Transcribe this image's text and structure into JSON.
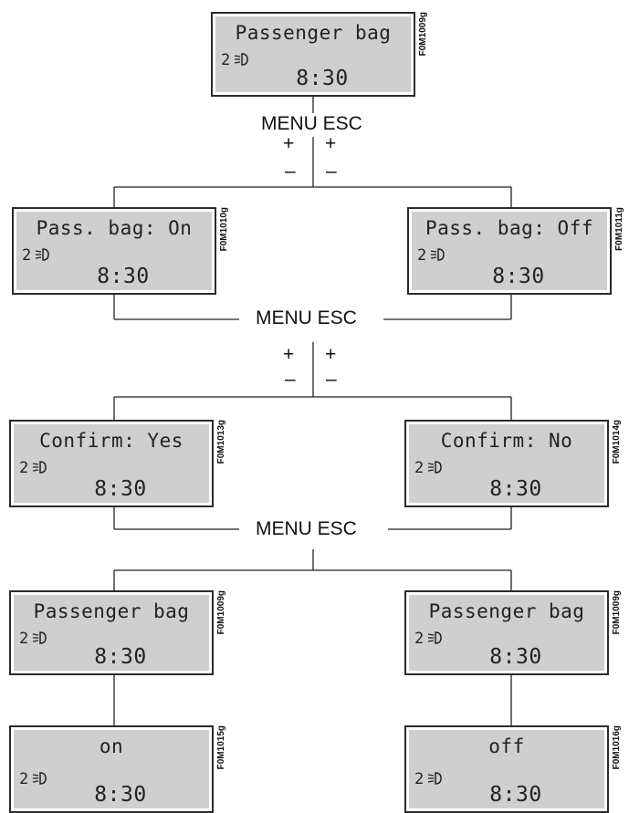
{
  "screens": {
    "top": {
      "line1": "Passenger bag",
      "gear": "2",
      "time": "8:30",
      "code": "F0M1009g"
    },
    "mid_left": {
      "line1": "Pass. bag: On",
      "gear": "2",
      "time": "8:30",
      "code": "F0M1010g"
    },
    "mid_right": {
      "line1": "Pass. bag: Off",
      "gear": "2",
      "time": "8:30",
      "code": "F0M1011g"
    },
    "confirm_left": {
      "line1": "Confirm: Yes",
      "gear": "2",
      "time": "8:30",
      "code": "F0M1013g"
    },
    "confirm_right": {
      "line1": "Confirm: No",
      "gear": "2",
      "time": "8:30",
      "code": "F0M1014g"
    },
    "result_left": {
      "line1": "Passenger bag",
      "gear": "2",
      "time": "8:30",
      "code": "F0M1009g"
    },
    "result_right": {
      "line1": "Passenger bag",
      "gear": "2",
      "time": "8:30",
      "code": "F0M1009g"
    },
    "final_left": {
      "line1": "on",
      "gear": "2",
      "time": "8:30",
      "code": "F0M1015g"
    },
    "final_right": {
      "line1": "off",
      "gear": "2",
      "time": "8:30",
      "code": "F0M1016g"
    }
  },
  "labels": {
    "menu_esc": "MENU ESC",
    "plus": "+",
    "minus": "–"
  }
}
